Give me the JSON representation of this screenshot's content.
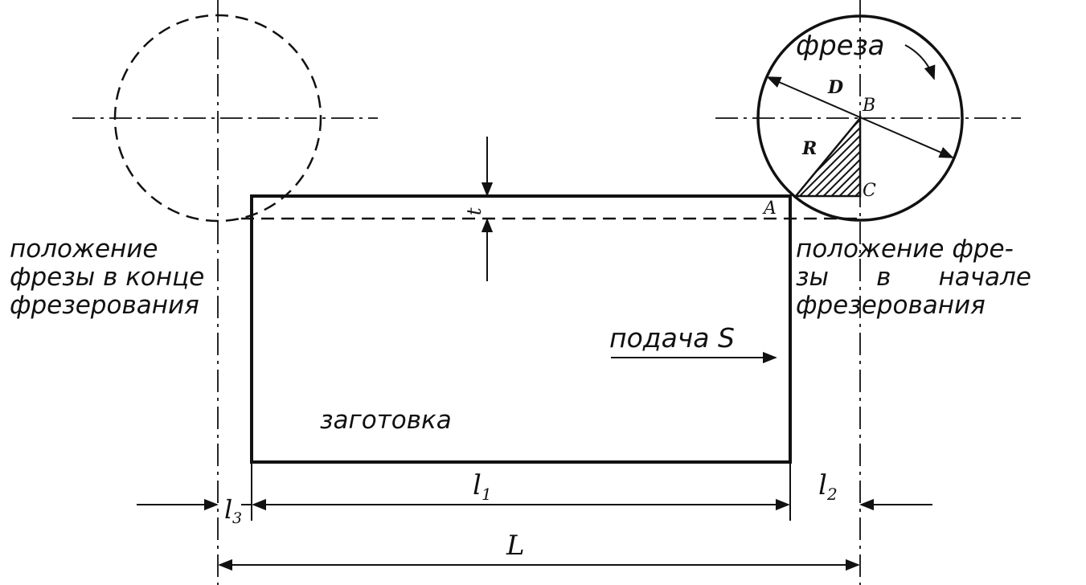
{
  "labels": {
    "cutter": "фреза",
    "D": "D",
    "B": "B",
    "R": "R",
    "C": "C",
    "A": "A",
    "t": "t",
    "end_position": [
      "положение",
      "фрезы в конце",
      "фрезерования"
    ],
    "start_position": [
      "положение фре-",
      "зы      в      начале",
      "фрезерования"
    ],
    "feed": "подача S",
    "workpiece": "заготовка",
    "l3": "l",
    "l3_sub": "3",
    "l1": "l",
    "l1_sub": "1",
    "l2": "l",
    "l2_sub": "2",
    "L": "L"
  },
  "colors": {
    "ink": "#111111",
    "background": "#ffffff"
  }
}
